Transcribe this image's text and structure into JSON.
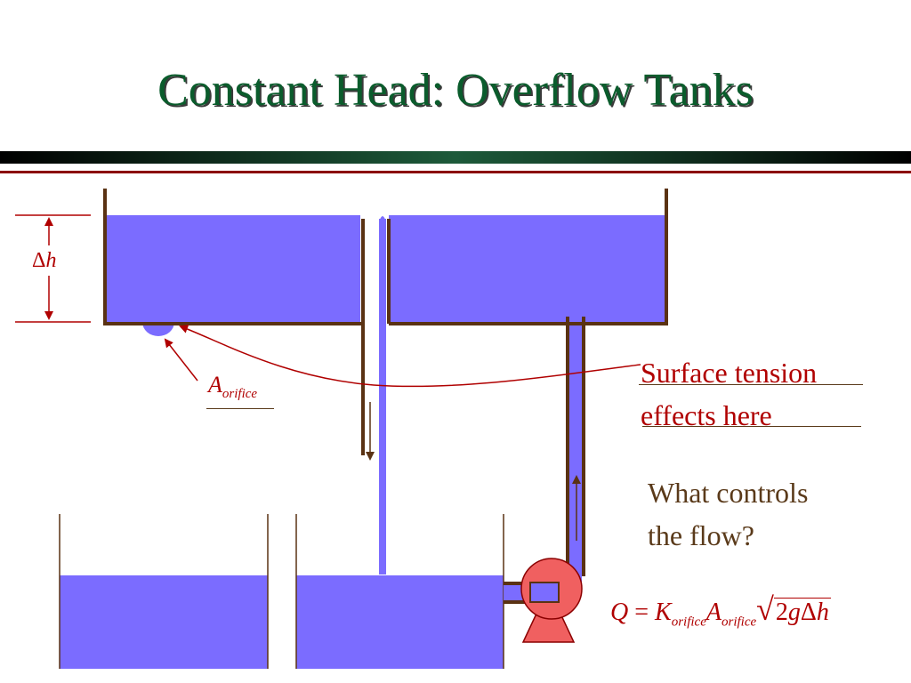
{
  "slide": {
    "title": "Constant Head: Overflow Tanks"
  },
  "labels": {
    "delta_h": {
      "delta": "Δ",
      "var": "h"
    },
    "orifice": {
      "base": "A",
      "sub": "orifice"
    },
    "surface_tension": {
      "line1": "Surface tension",
      "line2": "effects here"
    },
    "question": {
      "line1": "What controls",
      "line2": "the flow?"
    }
  },
  "equation": {
    "lhs": "Q",
    "equals": "=",
    "k": "K",
    "k_sub": "orifice",
    "a": "A",
    "a_sub": "orifice",
    "radical": "√",
    "radicand_num": "2",
    "radicand_g": "g",
    "radicand_delta": "Δ",
    "radicand_h": "h"
  },
  "colors": {
    "title": "#0a5c2c",
    "water": "#7b6cff",
    "tank_wall": "#5a3213",
    "label_red": "#b00000",
    "pump": "#f06060"
  },
  "icons": {
    "pump": "pump-icon",
    "flow_down": "arrow-down-icon",
    "flow_up": "arrow-up-icon"
  }
}
